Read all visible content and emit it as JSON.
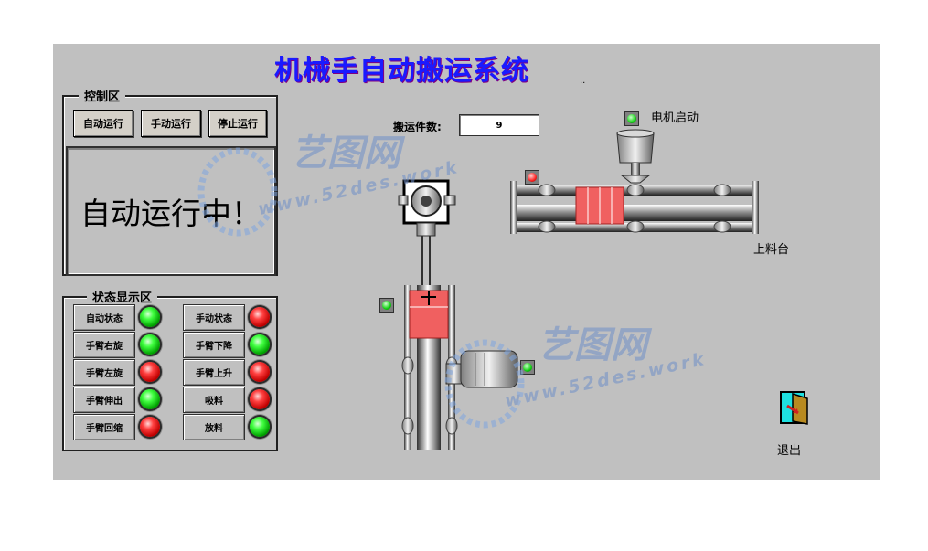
{
  "title": "机械手自动搬运系统",
  "control": {
    "group_title": "控制区",
    "auto_button": "自动运行",
    "manual_button": "手动运行",
    "stop_button": "停止运行",
    "status_message": "自动运行中！"
  },
  "status": {
    "group_title": "状态显示区",
    "left": [
      {
        "label": "自动状态",
        "state": "green"
      },
      {
        "label": "手臂右旋",
        "state": "green"
      },
      {
        "label": "手臂左旋",
        "state": "red"
      },
      {
        "label": "手臂伸出",
        "state": "green"
      },
      {
        "label": "手臂回缩",
        "state": "red"
      }
    ],
    "right": [
      {
        "label": "手动状态",
        "state": "red"
      },
      {
        "label": "手臂下降",
        "state": "green"
      },
      {
        "label": "手臂上升",
        "state": "red"
      },
      {
        "label": "吸料",
        "state": "red"
      },
      {
        "label": "放料",
        "state": "green"
      }
    ]
  },
  "counter": {
    "label": "搬运件数:",
    "value": "9"
  },
  "motor_label": "电机启动",
  "loading_table_label": "上料台",
  "exit_label": "退出",
  "watermark": {
    "cn": "艺图网",
    "en": "www.52des.work"
  },
  "colors": {
    "background": "#c0c0c0",
    "title": "#1a1aff",
    "block": "#f06060",
    "led_green": "#00c000",
    "led_red": "#e00000"
  }
}
